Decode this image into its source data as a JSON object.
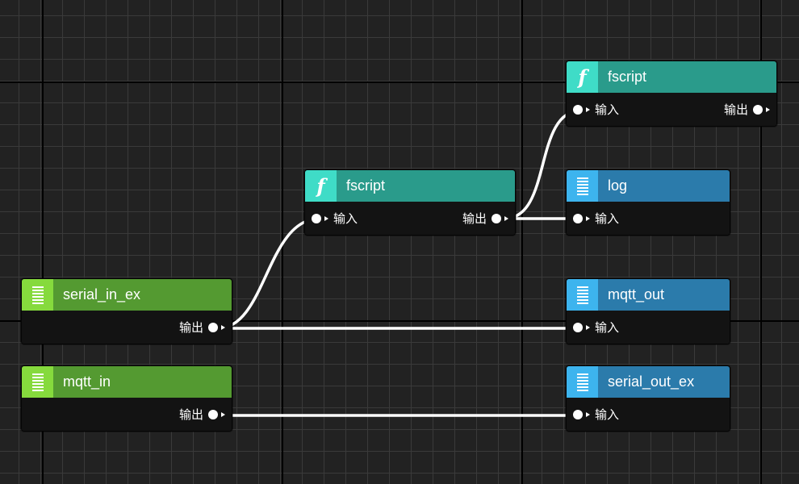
{
  "nodes": {
    "fscript_top": {
      "title": "fscript",
      "icon": "function-icon",
      "input_label": "输入",
      "output_label": "输出"
    },
    "fscript_mid": {
      "title": "fscript",
      "icon": "function-icon",
      "input_label": "输入",
      "output_label": "输出"
    },
    "log": {
      "title": "log",
      "icon": "list-icon",
      "input_label": "输入"
    },
    "serial_in_ex": {
      "title": "serial_in_ex",
      "icon": "list-icon",
      "output_label": "输出"
    },
    "mqtt_out": {
      "title": "mqtt_out",
      "icon": "list-icon",
      "input_label": "输入"
    },
    "mqtt_in": {
      "title": "mqtt_in",
      "icon": "list-icon",
      "output_label": "输出"
    },
    "serial_out_ex": {
      "title": "serial_out_ex",
      "icon": "list-icon",
      "input_label": "输入"
    }
  },
  "connections": [
    {
      "from": "serial_in_ex",
      "to": "fscript_mid"
    },
    {
      "from": "serial_in_ex",
      "to": "mqtt_out"
    },
    {
      "from": "fscript_mid",
      "to": "fscript_top"
    },
    {
      "from": "fscript_mid",
      "to": "log"
    },
    {
      "from": "mqtt_in",
      "to": "serial_out_ex"
    }
  ],
  "colors": {
    "canvas": "#222222",
    "grid_minor": "#3a3a3a",
    "grid_major": "#000000",
    "wire": "#ffffff",
    "fscript_header": "#2a9b8b",
    "fscript_icon": "#3fdcc7",
    "source_header": "#549a31",
    "source_icon": "#86da3d",
    "sink_header": "#2b7bab",
    "sink_icon": "#3db4ee",
    "node_body": "#131313"
  }
}
